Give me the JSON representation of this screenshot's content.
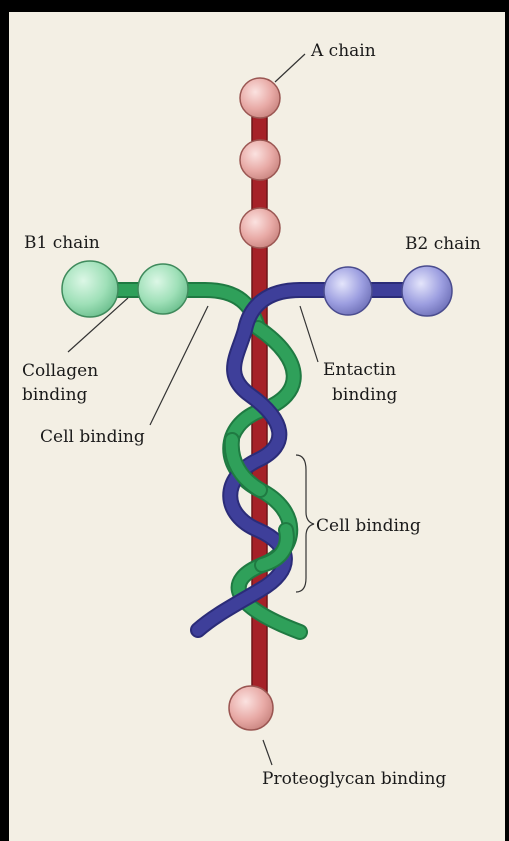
{
  "labels": {
    "a_chain": "A chain",
    "b1_chain": "B1 chain",
    "b2_chain": "B2 chain",
    "collagen_binding_line1": "Collagen",
    "collagen_binding_line2": "binding",
    "cell_binding_left": "Cell binding",
    "entactin_binding_line1": "Entactin",
    "entactin_binding_line2": "binding",
    "cell_binding_right": "Cell binding",
    "proteoglycan_binding": "Proteoglycan binding"
  },
  "colors": {
    "page_background": "#f3efe4",
    "frame": "#000000",
    "a_chain": "#a52128",
    "a_chain_globule": "#e8aaa6",
    "b1_chain": "#2fa05a",
    "b1_chain_globule": "#9fe0b8",
    "b2_chain": "#3e3f9a",
    "b2_chain_globule": "#9c9ee0",
    "text": "#1a1a1a"
  }
}
